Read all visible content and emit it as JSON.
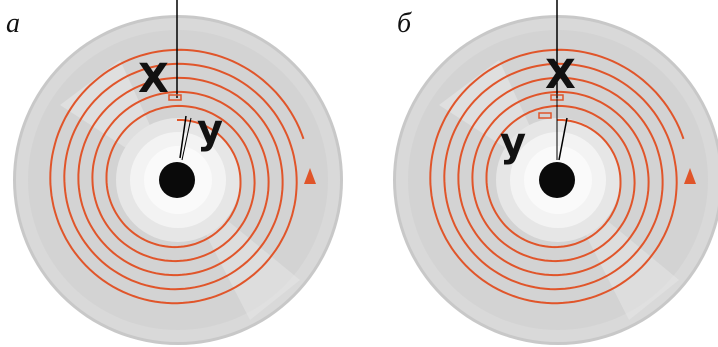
{
  "panels": [
    {
      "id": "a",
      "label": "а",
      "marker_x": "X",
      "marker_y": "y"
    },
    {
      "id": "b",
      "label": "б",
      "marker_x": "X",
      "marker_y": "y"
    }
  ],
  "colors": {
    "groove": "#e0552a",
    "disc_outer": "#c9c9c9",
    "disc_mid": "#d6d6d6",
    "hub_ring": "#e9e9e9",
    "spindle": "#0a0a0a",
    "needle": "#000000"
  }
}
